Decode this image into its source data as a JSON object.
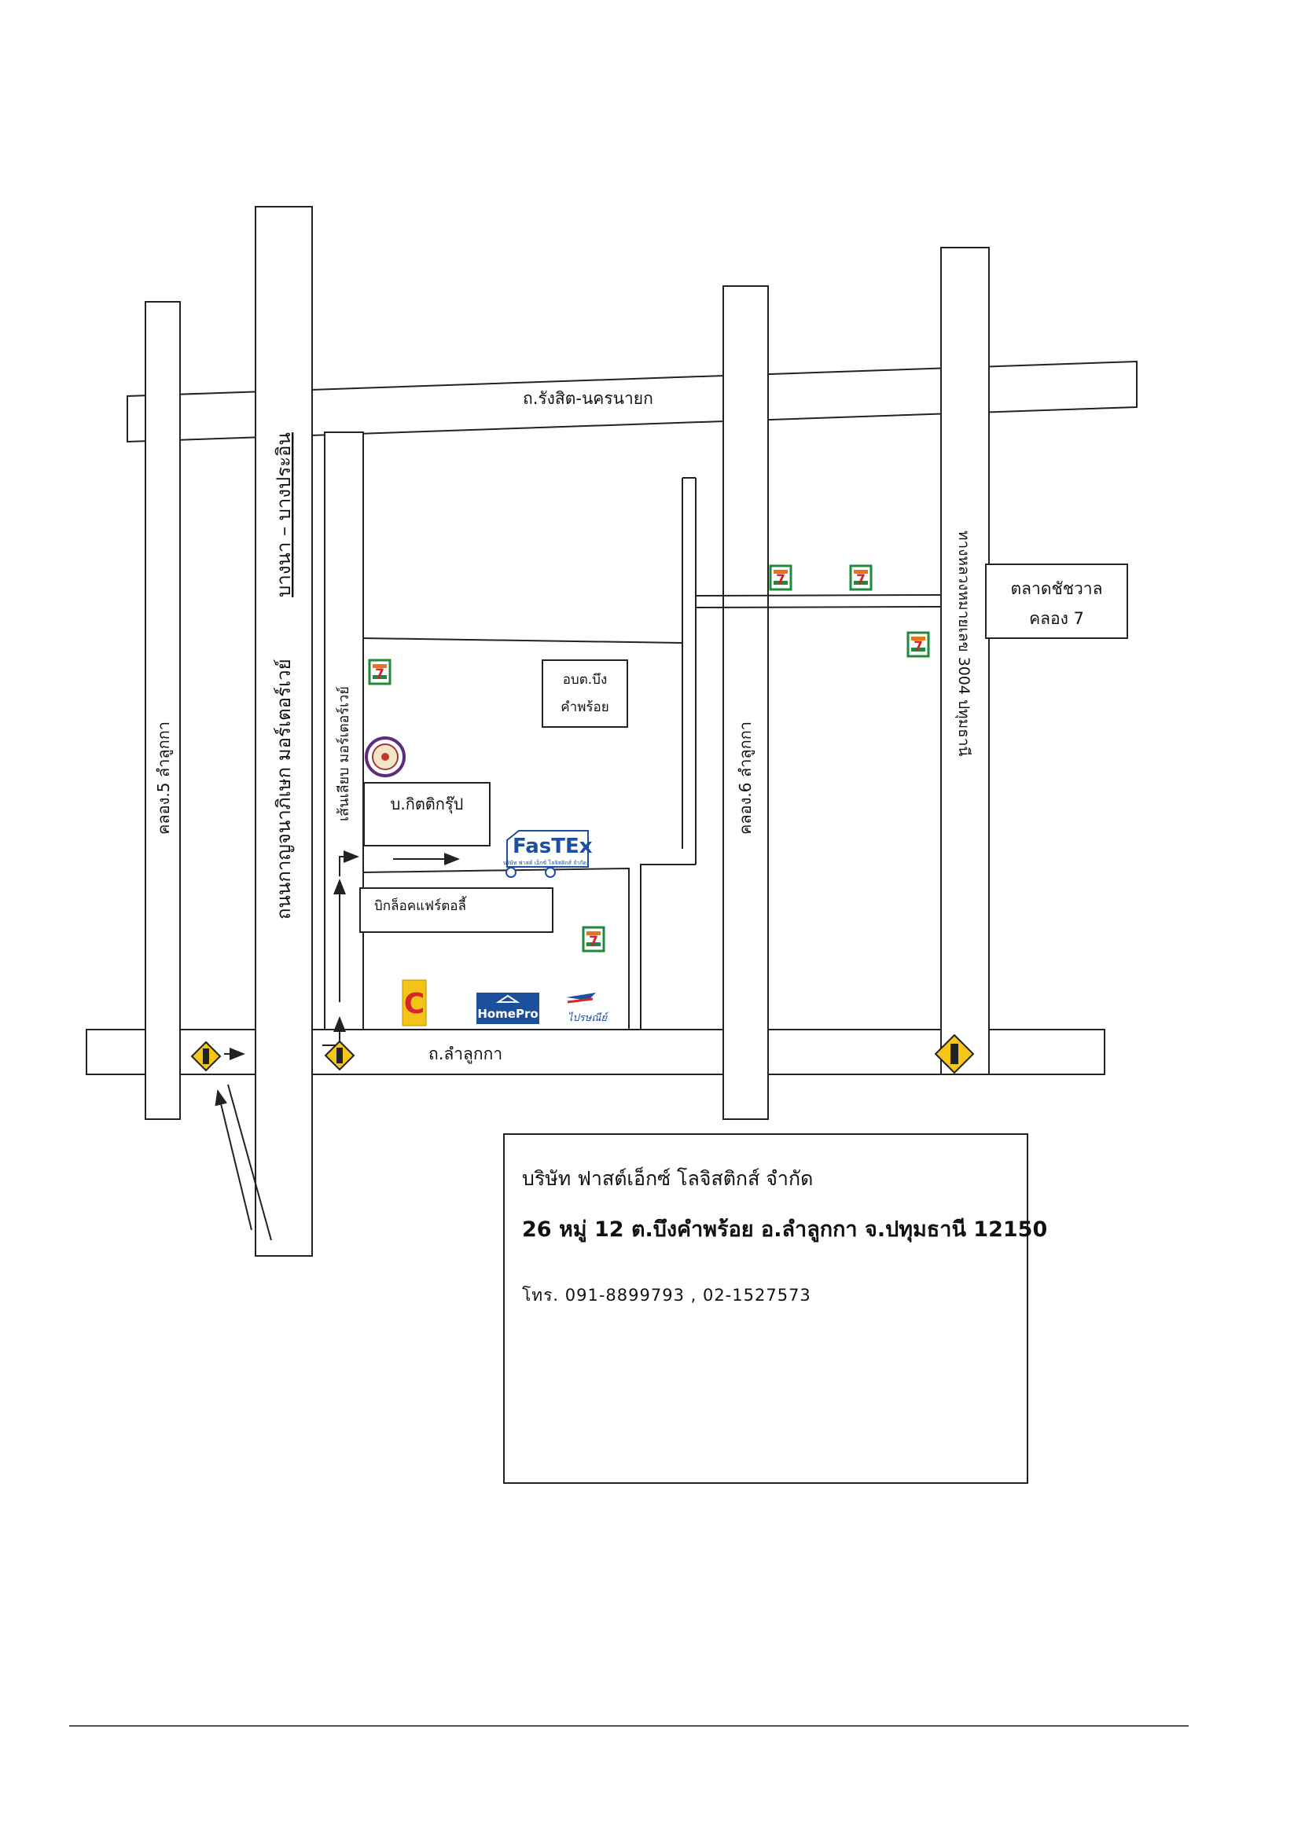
{
  "roads": {
    "rangsit_nakhon_nayok": "ถ.รังสิต-นครนายก",
    "lam_luk_ka": "ถ.ลำลูกกา",
    "kanchanaphisek": "ถนนกาญจนาภิเษก มอร์เตอร์เวย์",
    "bangna_bangpa_in": "บางนา – บางประอิน",
    "khlong5": "คลอง.5 ลำลูกกา",
    "khlong6": "คลอง.6 ลำลูกกา",
    "highway3004": "ทางหลวงหมายเลข 3004 ปทุมธานี",
    "frontage_road": "เส้นเลียบ มอร์เตอร์เวย์"
  },
  "places": {
    "market_line1": "ตลาดชัชวาล",
    "market_line2": "คลอง 7",
    "sao_line1": "อบต.บึง",
    "sao_line2": "คำพร้อย",
    "kit_group": "บ.กิตติกรุ๊ป",
    "big_lock": "บิกล็อคแฟร์ตอลี้"
  },
  "logos": {
    "fastex_title": "FasTEx",
    "fastex_sub": "บริษัท ฟาสต์ เอ็กซ์ โลจิสติกส์ จำกัด",
    "homepro": "HomePro",
    "bigc": "C",
    "thaipost": "ไปรษณีย์",
    "seven_eleven": "7"
  },
  "company": {
    "name": "บริษัท ฟาสต์เอ็กซ์  โลจิสติกส์ จำกัด",
    "address": "26 หมู่ 12 ต.บึงคำพร้อย อ.ลำลูกกา จ.ปทุมธานี 12150",
    "phone": "โทร. 091-8899793 , 02-1527573"
  },
  "colors": {
    "line": "#222222",
    "seven_green": "#1f8a3b",
    "seven_orange": "#e8731a",
    "seven_red": "#d32027",
    "homepro_blue": "#1c4f9c",
    "bigc_yellow": "#f3c417",
    "bigc_red": "#d7262b",
    "traffic_yellow": "#f5c518",
    "fastex_blue": "#1d4fa0",
    "fastex_red": "#d92a2a"
  },
  "icons": [
    "traffic-light-icon",
    "seven-eleven-icon",
    "homepro-logo",
    "bigc-logo",
    "thaipost-logo",
    "fastex-logo",
    "seal-icon"
  ]
}
